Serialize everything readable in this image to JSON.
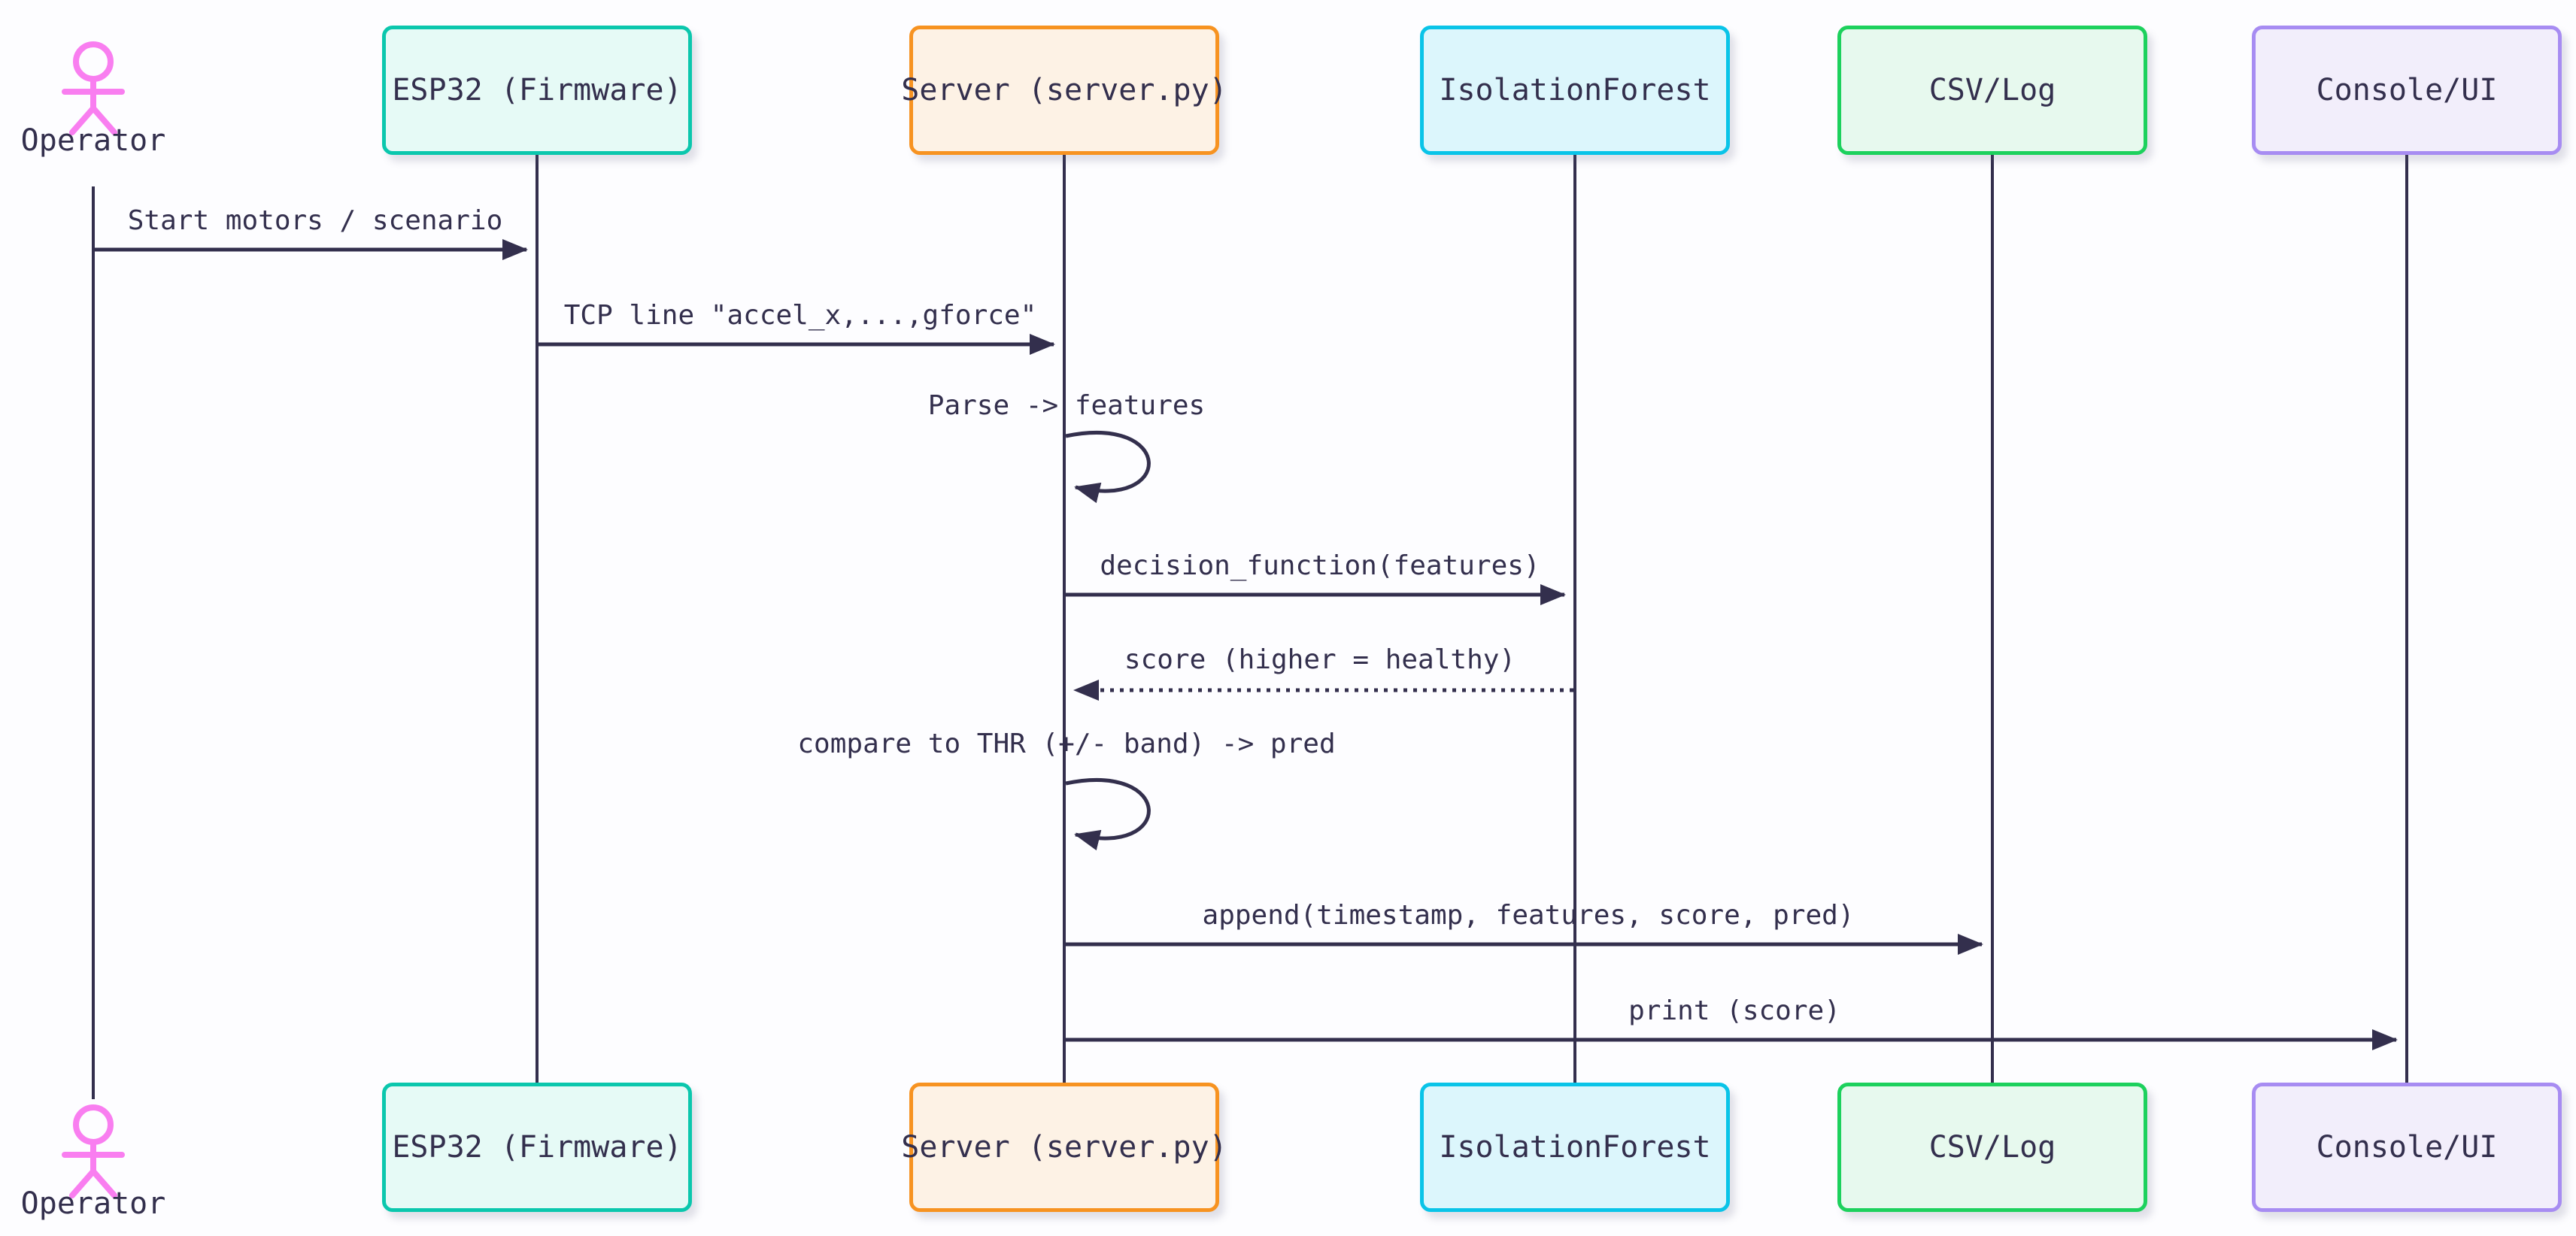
{
  "diagram": {
    "kind": "sequence-diagram",
    "background_color": "#fdfdff",
    "line_color": "#332f4d",
    "text_color": "#332f4d"
  },
  "participants": [
    {
      "label": "Operator",
      "kind": "actor",
      "color": "#f97ef0"
    },
    {
      "label": "ESP32 (Firmware)",
      "kind": "box",
      "border_color": "#0bc7ad",
      "fill_color": "#e6faf6"
    },
    {
      "label": "Server (server.py)",
      "kind": "box",
      "border_color": "#f79321",
      "fill_color": "#fdf2e5"
    },
    {
      "label": "IsolationForest",
      "kind": "box",
      "border_color": "#0ac4e8",
      "fill_color": "#dcf6fc"
    },
    {
      "label": "CSV/Log",
      "kind": "box",
      "border_color": "#1dd15d",
      "fill_color": "#e7f9ee"
    },
    {
      "label": "Console/UI",
      "kind": "box",
      "border_color": "#a78cf2",
      "fill_color": "#f2eefb"
    }
  ],
  "messages": [
    {
      "from": "Operator",
      "to": "ESP32 (Firmware)",
      "label": "Start motors / scenario",
      "line": "solid",
      "direction": "right"
    },
    {
      "from": "ESP32 (Firmware)",
      "to": "Server (server.py)",
      "label": "TCP line \"accel_x,...,gforce\"",
      "line": "solid",
      "direction": "right"
    },
    {
      "from": "Server (server.py)",
      "to": "Server (server.py)",
      "label": "Parse -> features",
      "line": "solid",
      "direction": "self"
    },
    {
      "from": "Server (server.py)",
      "to": "IsolationForest",
      "label": "decision_function(features)",
      "line": "solid",
      "direction": "right"
    },
    {
      "from": "IsolationForest",
      "to": "Server (server.py)",
      "label": "score (higher = healthy)",
      "line": "dotted",
      "direction": "left"
    },
    {
      "from": "Server (server.py)",
      "to": "Server (server.py)",
      "label": "compare to THR (+/- band) -> pred",
      "line": "solid",
      "direction": "self"
    },
    {
      "from": "Server (server.py)",
      "to": "CSV/Log",
      "label": "append(timestamp, features, score, pred)",
      "line": "solid",
      "direction": "right"
    },
    {
      "from": "Server (server.py)",
      "to": "Console/UI",
      "label": "print (score)",
      "line": "solid",
      "direction": "right"
    }
  ]
}
